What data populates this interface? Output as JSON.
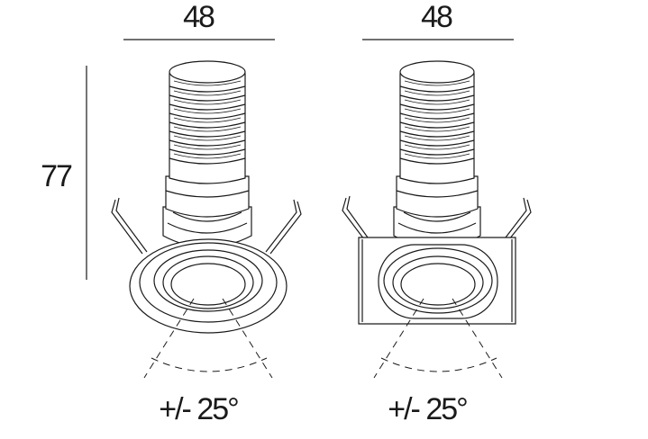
{
  "dimensions": {
    "round_width": "48",
    "square_width": "48",
    "height": "77"
  },
  "beam_angle": {
    "round": "+/- 25°",
    "square": "+/- 25°"
  }
}
